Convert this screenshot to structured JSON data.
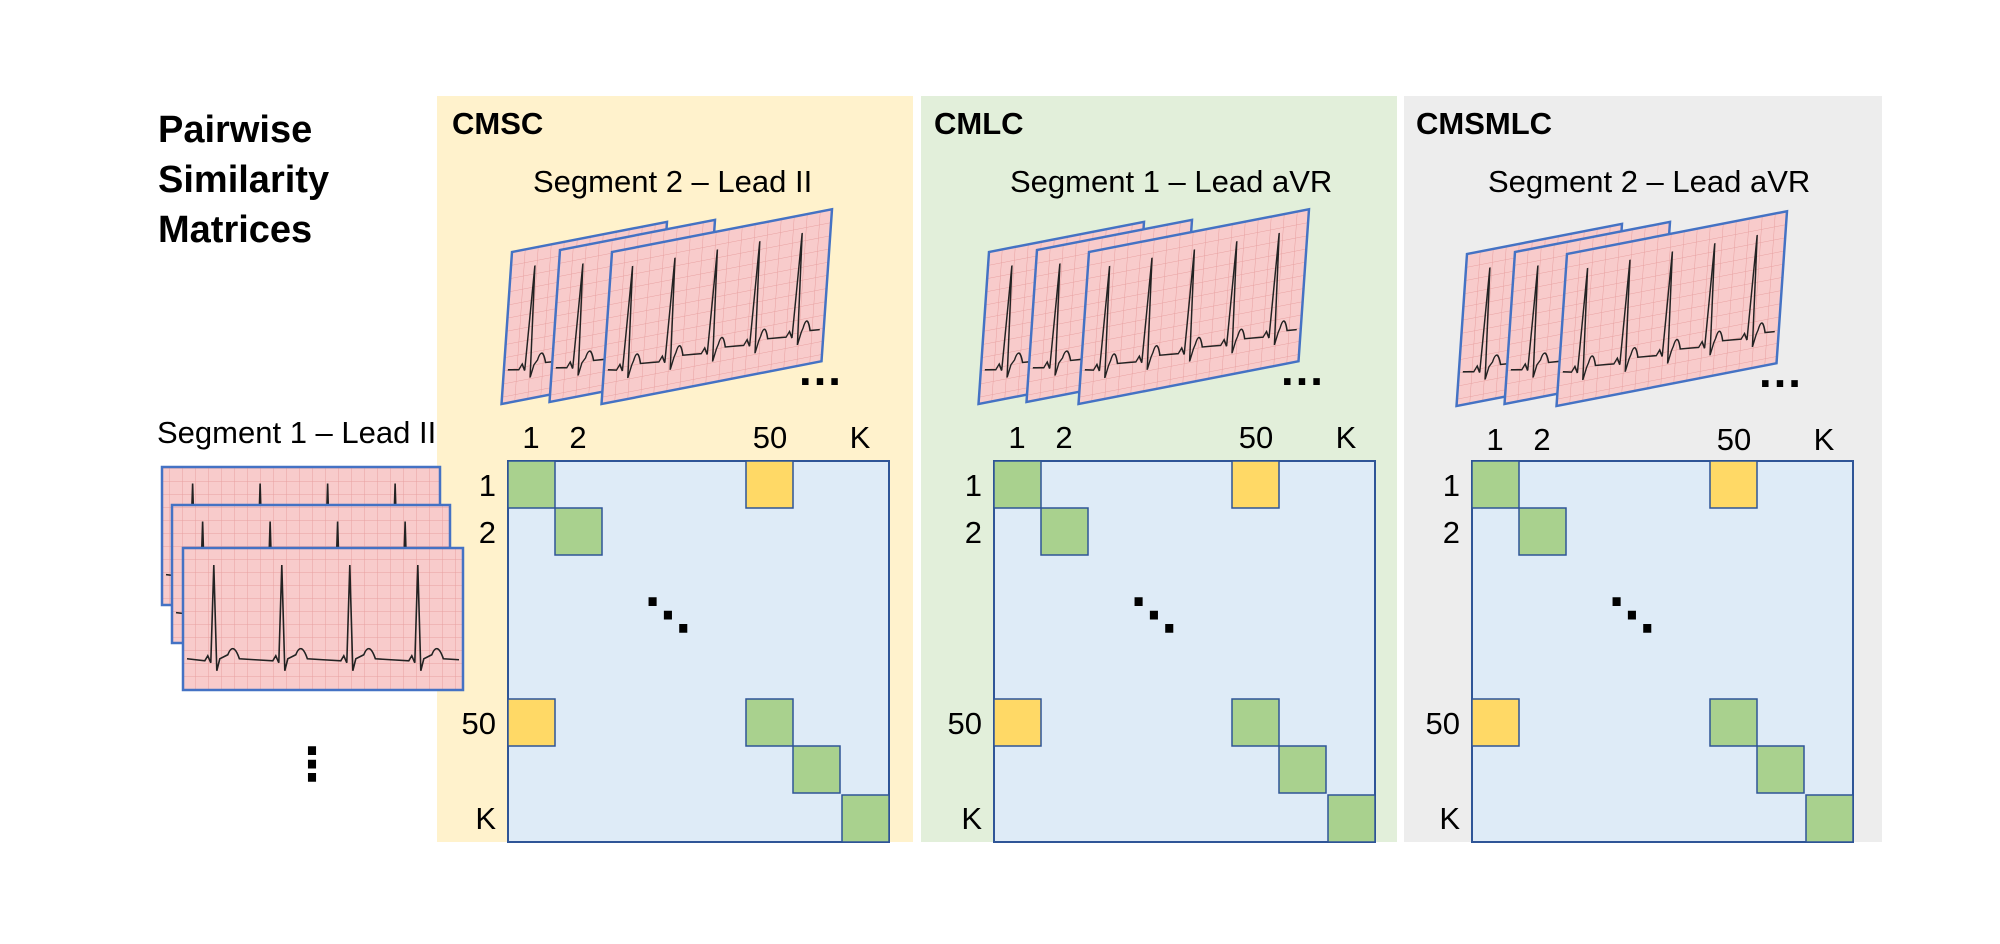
{
  "title": [
    "Pairwise",
    "Similarity",
    "Matrices"
  ],
  "left_segment_label": "Segment 1 – Lead II",
  "ellipsis": "…",
  "vertical_ellipsis": "⋮",
  "diagonal_ellipsis": "⋱",
  "panels": [
    {
      "label": "CMSC",
      "segment_label": "Segment 2 – Lead II",
      "bg": "#fff2cc"
    },
    {
      "label": "CMLC",
      "segment_label": "Segment 1 – Lead aVR",
      "bg": "#e2efda"
    },
    {
      "label": "CMSMLC",
      "segment_label": "Segment 2 – Lead aVR",
      "bg": "#ededed"
    }
  ],
  "matrix": {
    "column_ticks": [
      "1",
      "2",
      "50",
      "K"
    ],
    "row_ticks": [
      "1",
      "2",
      "50",
      "K"
    ],
    "bg": "#deebf7",
    "border": "#2f5597",
    "diag_color": "#a9d18e",
    "offdiag_color": "#ffd966"
  },
  "ecg": {
    "paper_bg": "#f8cbcb",
    "grid_color": "#e8a0a0",
    "border": "#4472c4"
  }
}
